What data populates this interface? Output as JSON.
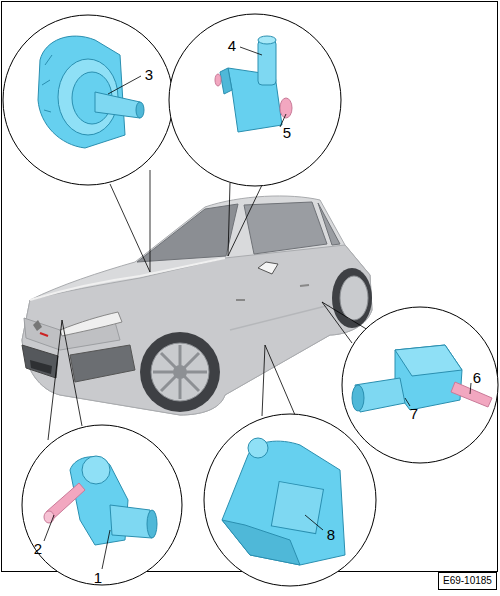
{
  "diagram": {
    "nodes": [
      {
        "text": [
          "E69-10185"
        ]
      }
    ],
    "labels": [
      "3",
      "4",
      "5",
      "6",
      "7",
      "2",
      "1",
      "8"
    ]
  }
}
